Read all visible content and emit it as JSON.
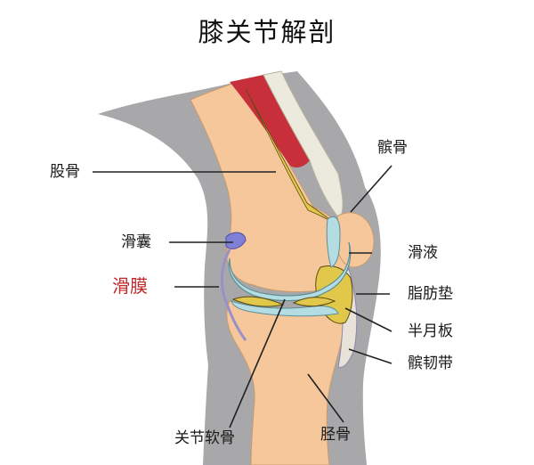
{
  "title": "膝关节解剖",
  "labels": {
    "femur": "股骨",
    "patella": "髌骨",
    "bursa": "滑囊",
    "synovial_fluid": "滑液",
    "synovium": "滑膜",
    "fat_pad": "脂肪垫",
    "meniscus": "半月板",
    "patellar_ligament": "髌韧带",
    "articular_cartilage": "关节软骨",
    "tibia": "胫骨"
  },
  "colors": {
    "background": "#ffffff",
    "skin_gray": "#a8a8aa",
    "bone": "#f5c79a",
    "cartilage": "#b4dde3",
    "fat": "#e2c84a",
    "muscle": "#c7303a",
    "bursa": "#7f7fd6",
    "highlight_label": "#c0282a",
    "leader_line": "#222222"
  }
}
